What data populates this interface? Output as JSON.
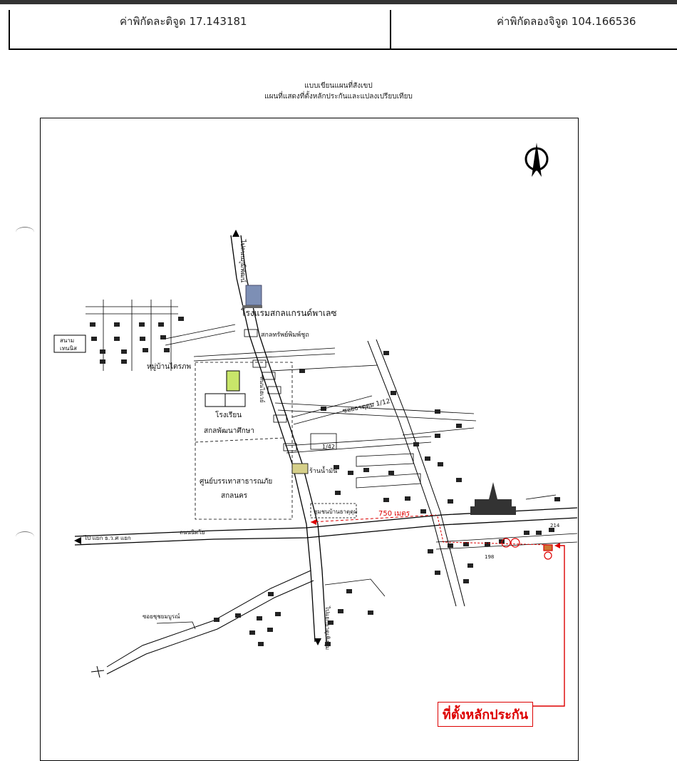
{
  "header": {
    "latitude": "ค่าพิกัดละติจูด 17.143181",
    "longitude": "ค่าพิกัดลองจิจูด 104.166536"
  },
  "map": {
    "title_line1": "แบบเขียนแผนที่สังเขป",
    "title_line2": "แผนที่แสดงที่ตั้งหลักประกันและแปลงเปรียบเทียบ",
    "labels": {
      "hotel": "โรงแรมสกลแกรนด์พาเลซ",
      "school": "โรงเรียน",
      "school2": "สกลพัฒนาศึกษา",
      "center": "ศูนย์บรรเทาสาธารณภัย",
      "center2": "สกลนคร",
      "village": "หมู่บ้านไตรภพ",
      "field1": "สนาม",
      "field2": "เทนนิส",
      "townhouse": "สกลทรัพย์พิมพ์ชูถ",
      "community": "ชุมชนบ้านธาตุดุม",
      "soi": "ซอยธาตุดุม 1/12",
      "soi2": "ซอยชุชยมบูรณ์",
      "road": "ถนนนิตโย",
      "road_west": "ไป แยก ธ.ว.ศ แยก",
      "north_road": "ไปถนนภูมิพัฒน์",
      "road_vert": "ถนนไฮเวย์",
      "road_south": "ไปแยกธาตุเชิงชุม",
      "shop": "ร้านน้ำมัน",
      "house_no": "1/42",
      "plot_no1": "214",
      "plot_no2": "198",
      "distance": "750 เมตร",
      "collateral": "ที่ตั้งหลักประกัน",
      "compass": "N"
    }
  }
}
